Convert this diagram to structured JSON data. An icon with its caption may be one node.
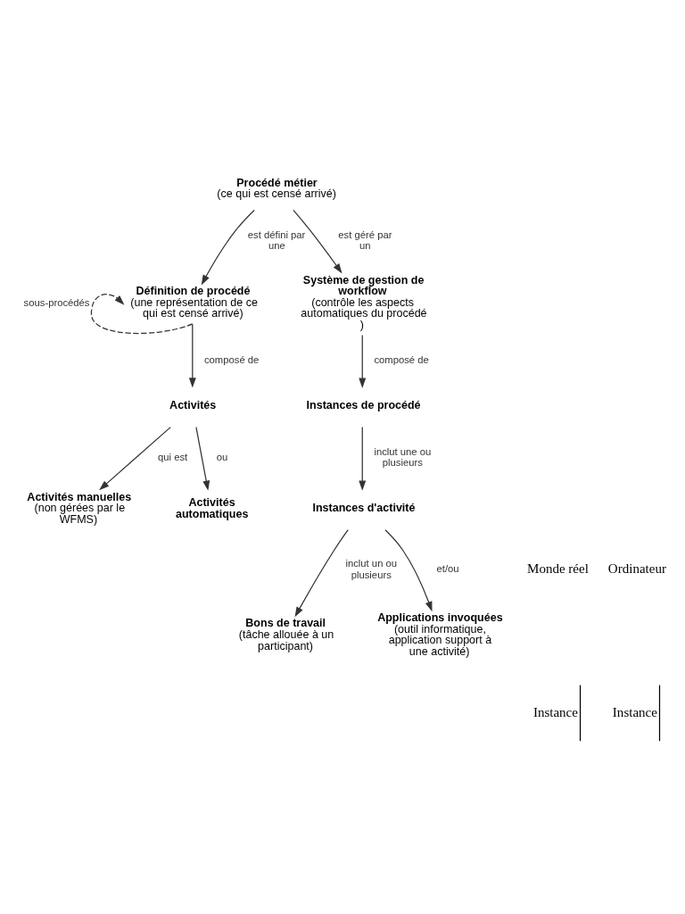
{
  "diagram": {
    "nodes": [
      {
        "text": [
          "Procédé métier",
          "(ce qui est censé arrivé)"
        ]
      },
      {
        "text": [
          "Définition de procédé",
          "(une représentation de ce qui est censé arrivé)"
        ]
      },
      {
        "text": [
          "Système de gestion de workflow",
          "(contrôle les aspects automatiques du procédé )"
        ]
      },
      {
        "text": [
          "Activités"
        ]
      },
      {
        "text": [
          "Instances de procédé"
        ]
      },
      {
        "text": [
          "Activités manuelles",
          "(non gérées par le WFMS)"
        ]
      },
      {
        "text": [
          "Activités automatiques"
        ]
      },
      {
        "text": [
          "Instances d'activité"
        ]
      },
      {
        "text": [
          "Bons de travail",
          "(tâche allouée à un participant)"
        ]
      },
      {
        "text": [
          "Applications invoquées",
          "(outil informatique, application support à une activité)"
        ]
      }
    ],
    "edges": [
      {
        "from": 0,
        "to": 1,
        "arrow": "to",
        "label": "est défini par une"
      },
      {
        "from": 0,
        "to": 2,
        "arrow": "to",
        "label": "est géré par un"
      },
      {
        "from": 1,
        "to": 1,
        "arrow": "to",
        "label": "sous-procédés",
        "style": "dashed"
      },
      {
        "from": 1,
        "to": 3,
        "arrow": "to",
        "label": "composé de"
      },
      {
        "from": 2,
        "to": 4,
        "arrow": "to",
        "label": "composé de"
      },
      {
        "from": 3,
        "to": 5,
        "arrow": "to",
        "label": "qui est"
      },
      {
        "from": 3,
        "to": 6,
        "arrow": "to",
        "label": "ou"
      },
      {
        "from": 4,
        "to": 7,
        "arrow": "to",
        "label": "inclut une ou plusieurs"
      },
      {
        "from": 7,
        "to": 8,
        "arrow": "to",
        "label": "inclut un ou plusieurs"
      },
      {
        "from": 7,
        "to": 9,
        "arrow": "to",
        "label": "et/ou"
      }
    ],
    "labels": [
      "Monde réel",
      "Ordinateur",
      "Instance",
      "Instance"
    ]
  }
}
